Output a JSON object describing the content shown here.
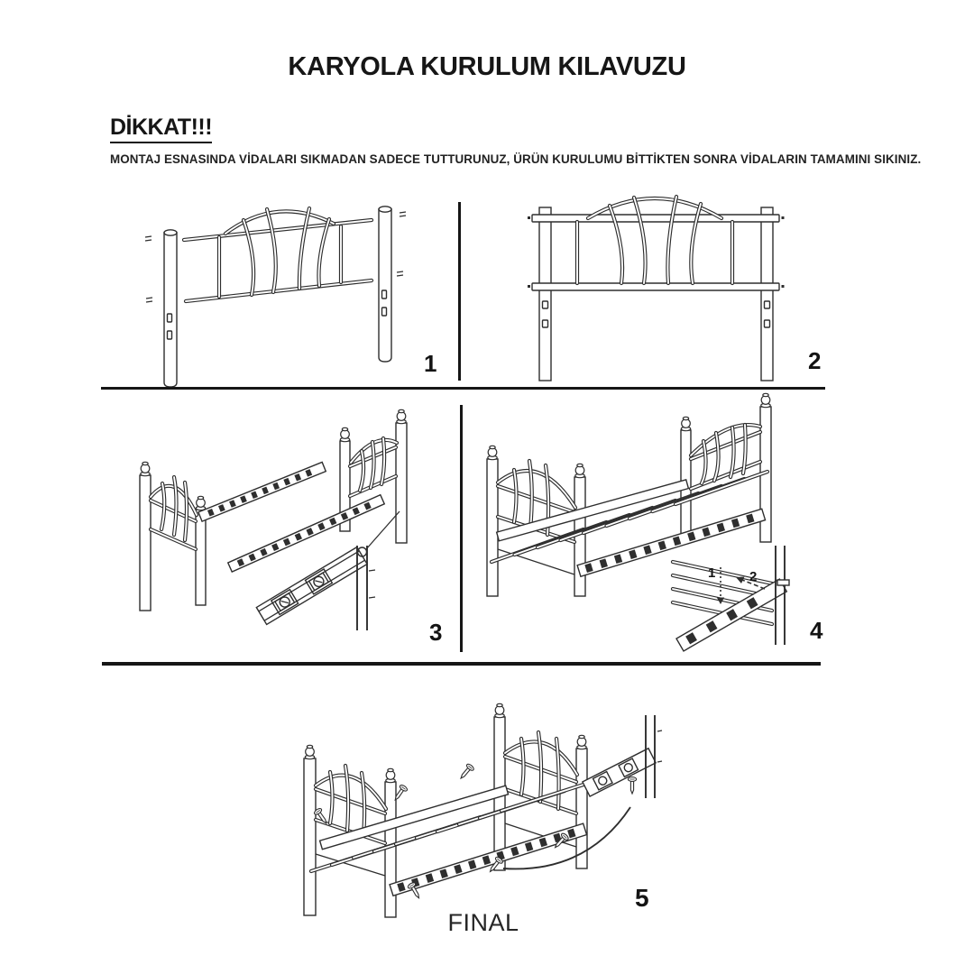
{
  "page": {
    "title": "KARYOLA KURULUM KILAVUZU",
    "background_color": "#ffffff",
    "ink_color": "#2e2e2e"
  },
  "warning": {
    "heading": "DİKKAT!!!",
    "body": "MONTAJ ESNASINDA VİDALARI SIKMADAN SADECE TUTTURUNUZ, ÜRÜN KURULUMU BİTTİKTEN SONRA VİDALARIN TAMAMINI SIKINIZ."
  },
  "steps": [
    {
      "number": "1"
    },
    {
      "number": "2"
    },
    {
      "number": "3"
    },
    {
      "number": "4"
    },
    {
      "number": "5"
    }
  ],
  "step4_inset": {
    "slat_label": "1",
    "rail_label": "2"
  },
  "final_label": "FINAL"
}
